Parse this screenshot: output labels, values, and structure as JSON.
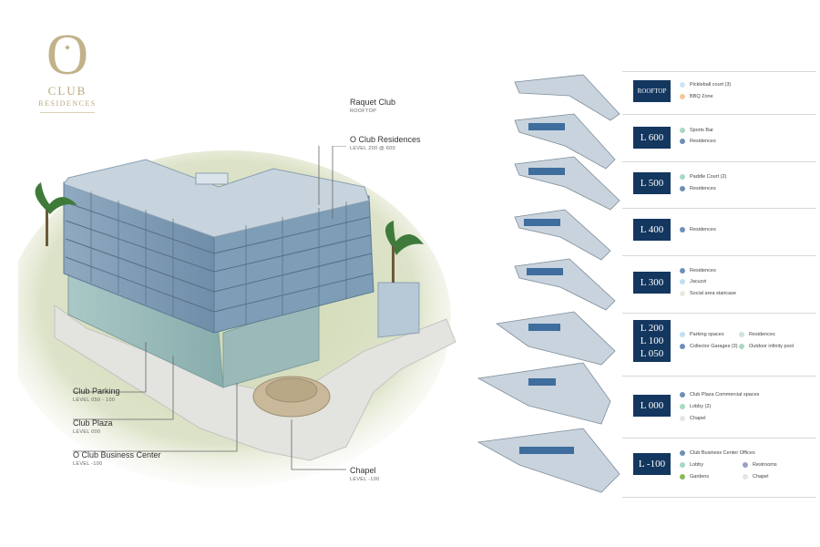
{
  "logo": {
    "mark": "O",
    "line1": "CLUB",
    "line2": "RESIDENCES"
  },
  "callouts": [
    {
      "title": "Raquet Club",
      "sub": "ROOFTOP"
    },
    {
      "title": "O Club Residences",
      "sub": "LEVEL 200 @ 600"
    },
    {
      "title": "Club Parking",
      "sub": "LEVEL 050 - 100"
    },
    {
      "title": "Club Plaza",
      "sub": "LEVEL 000"
    },
    {
      "title": "O Club Business Center",
      "sub": "LEVEL -100"
    },
    {
      "title": "Chapel",
      "sub": "LEVEL -100"
    }
  ],
  "floors": [
    {
      "label": "ROOFTOP",
      "legend": [
        {
          "text": "Pickleball court (3)",
          "color": "#cfe3f2"
        },
        {
          "text": "BBQ Zone",
          "color": "#f3c99a"
        }
      ]
    },
    {
      "label": "L 600",
      "legend": [
        {
          "text": "Sports Bar",
          "color": "#a9d8c0"
        },
        {
          "text": "Residences",
          "color": "#6d8fb8"
        }
      ]
    },
    {
      "label": "L 500",
      "legend": [
        {
          "text": "Paddle Court (2)",
          "color": "#a9d8c0"
        },
        {
          "text": "Residences",
          "color": "#6d8fb8"
        }
      ]
    },
    {
      "label": "L 400",
      "legend": [
        {
          "text": "Residences",
          "color": "#6d8fb8"
        }
      ]
    },
    {
      "label": "L 300",
      "legend": [
        {
          "text": "Residences",
          "color": "#6d8fb8"
        },
        {
          "text": "Jacuzzi",
          "color": "#bfe0ef"
        },
        {
          "text": "Social area staircase",
          "color": "#ece9dc"
        }
      ]
    },
    {
      "label": "L 200\nL 100\nL 050",
      "lines": [
        "L 200",
        "L 100",
        "L 050"
      ],
      "legend": [
        {
          "text": "Parking spaces",
          "color": "#bfe0ef"
        },
        {
          "text": "Collector Garages (3)",
          "color": "#6d8fb8"
        },
        {
          "text": "Residences",
          "color": "#cde3dc"
        },
        {
          "text": "Outdoor infinity pool",
          "color": "#a9d8c0"
        }
      ]
    },
    {
      "label": "L 000",
      "legend": [
        {
          "text": "Club Plaza Commercial spaces",
          "color": "#6d8fb8"
        },
        {
          "text": "Lobby (2)",
          "color": "#a9d8c0"
        },
        {
          "text": "Chapel",
          "color": "#e6e6e6"
        }
      ]
    },
    {
      "label": "L -100",
      "legend": [
        {
          "text": "Club Business Center Offices",
          "color": "#6d8fb8"
        },
        {
          "text": "Lobby",
          "color": "#a9d8c0"
        },
        {
          "text": "Restrooms",
          "color": "#9a9fc9"
        },
        {
          "text": "Gardens",
          "color": "#8db85a"
        },
        {
          "text": "Chapel",
          "color": "#e6e6e6"
        }
      ]
    }
  ]
}
